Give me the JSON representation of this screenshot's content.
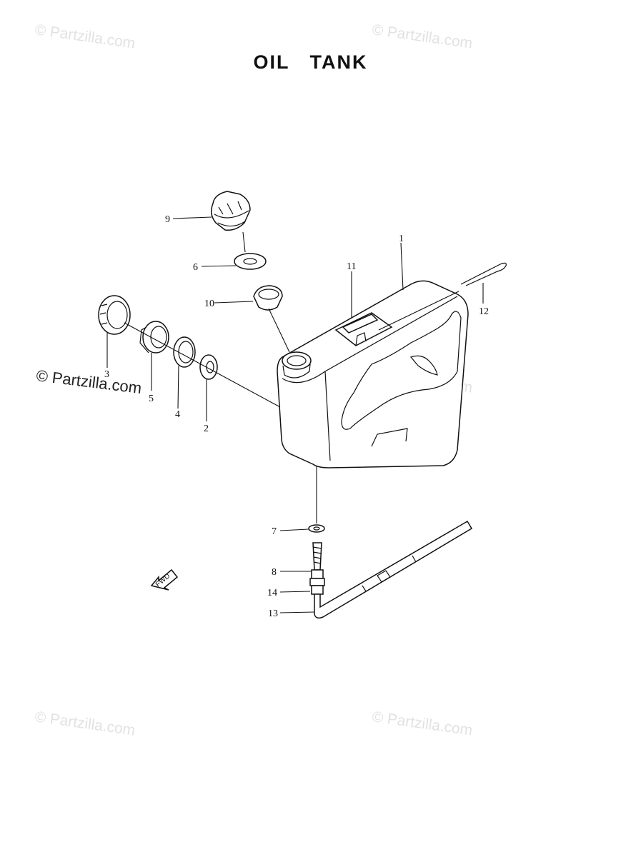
{
  "title": "OIL   TANK",
  "watermark": {
    "faint_text": "© Partzilla.com",
    "strong_text": "© Partzilla.com"
  },
  "callouts": [
    "1",
    "2",
    "3",
    "4",
    "5",
    "6",
    "7",
    "8",
    "9",
    "10",
    "11",
    "12",
    "13",
    "14"
  ],
  "fwd_label": "FWD",
  "colors": {
    "line": "#111111",
    "watermark": "#e2e2e2",
    "background": "#ffffff"
  }
}
